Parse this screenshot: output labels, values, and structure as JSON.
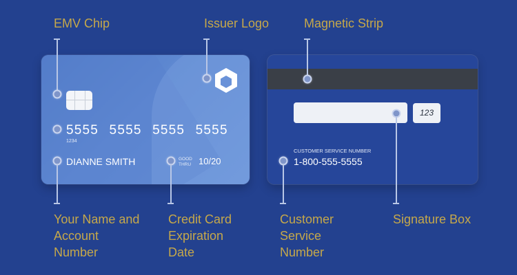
{
  "callouts": {
    "emv_chip": "EMV Chip",
    "issuer_logo": "Issuer Logo",
    "magnetic_strip": "Magnetic Strip",
    "name_account": "Your Name and Account Number",
    "expiration": "Credit Card Expiration Date",
    "customer_service": "Customer Service Number",
    "signature_box": "Signature Box"
  },
  "front_card": {
    "number": "5555  5555  5555  5555",
    "number_sub": "1234",
    "name": "DIANNE SMITH",
    "good_thru": "GOOD THRU",
    "expiry": "10/20"
  },
  "back_card": {
    "cvv": "123",
    "cs_label": "CUSTOMER SERVICE NUMBER",
    "cs_number": "1-800-555-5555"
  },
  "colors": {
    "background": "#23418f",
    "callout_text": "#c6a84a",
    "front_card": "#5f89d2",
    "back_card": "#26469a",
    "magnetic_strip": "#3a3f47"
  }
}
